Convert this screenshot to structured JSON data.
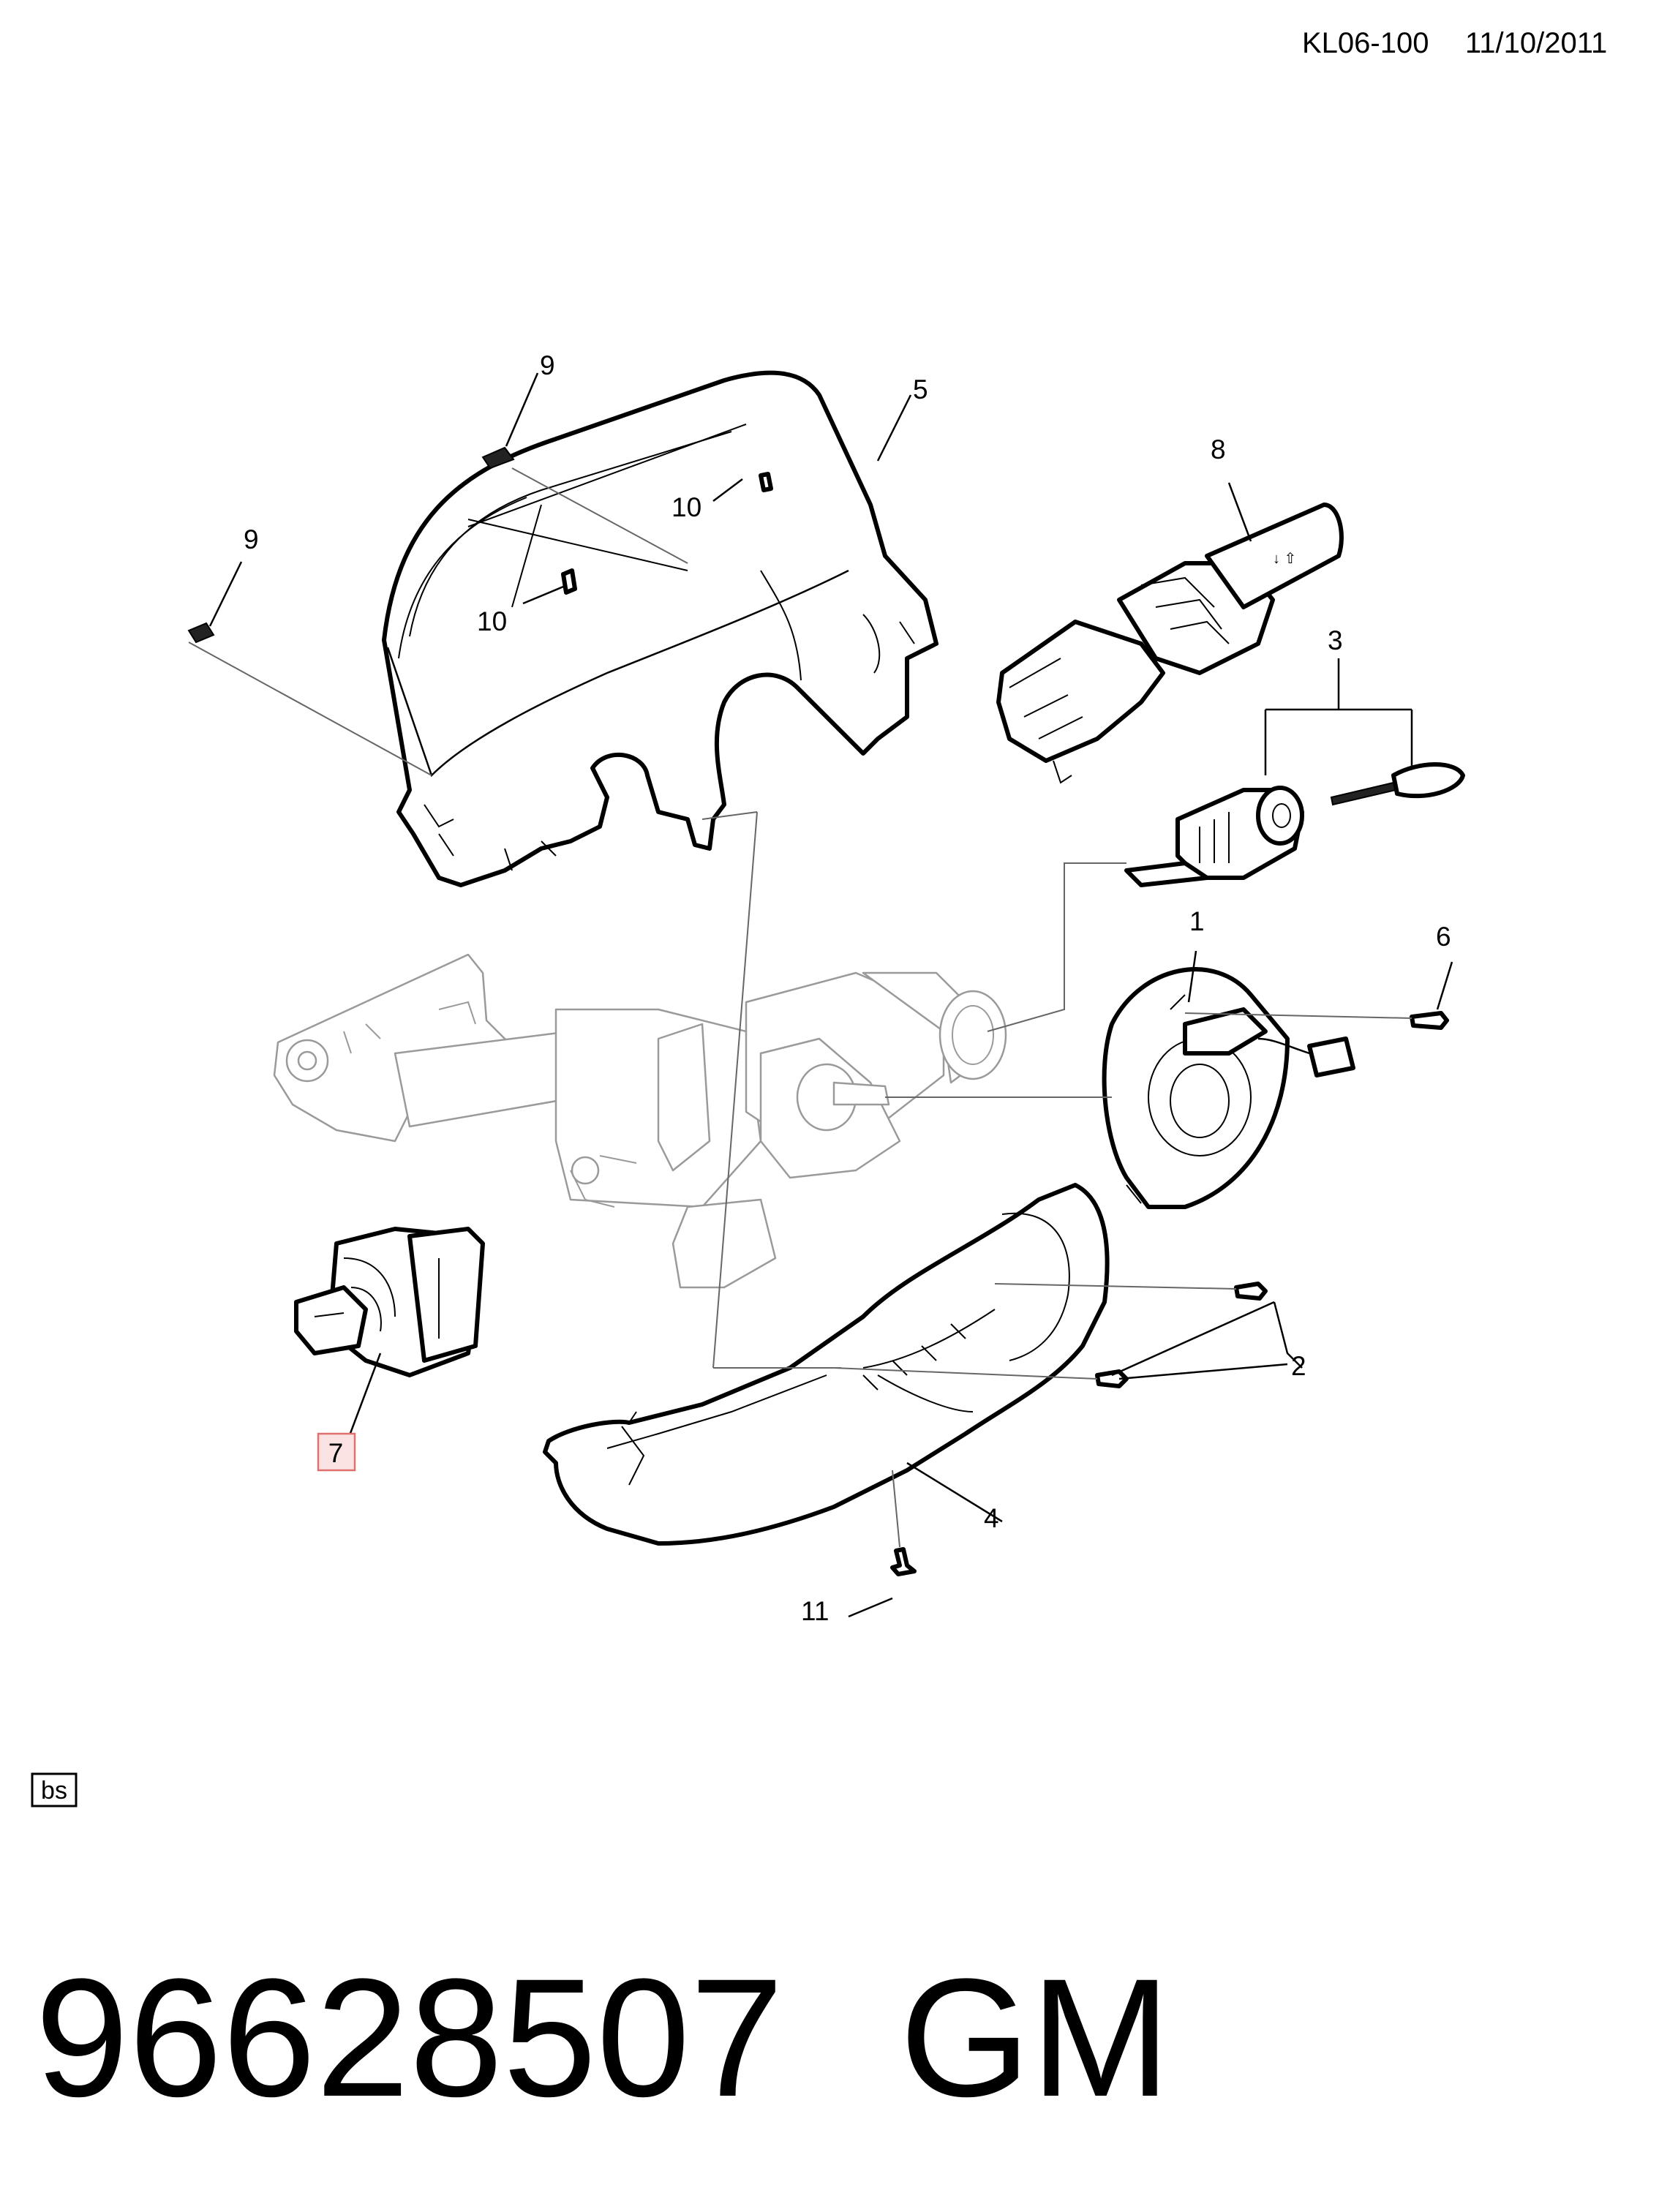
{
  "header": {
    "ref_code": "KL06-100",
    "date": "11/10/2011"
  },
  "callouts": {
    "c1": "1",
    "c2": "2",
    "c3": "3",
    "c4": "4",
    "c5": "5",
    "c6": "6",
    "c7": "7",
    "c8": "8",
    "c9a": "9",
    "c9b": "9",
    "c10a": "10",
    "c10b": "10",
    "c11": "11"
  },
  "highlighted_callout": "7",
  "colors": {
    "highlight_fill": "#fbe3e3",
    "highlight_stroke": "#e07070",
    "line": "#000000",
    "ghost": "#9a9a9a"
  },
  "tag": "bs",
  "footer": {
    "part_number": "96628507",
    "brand": "GM"
  }
}
